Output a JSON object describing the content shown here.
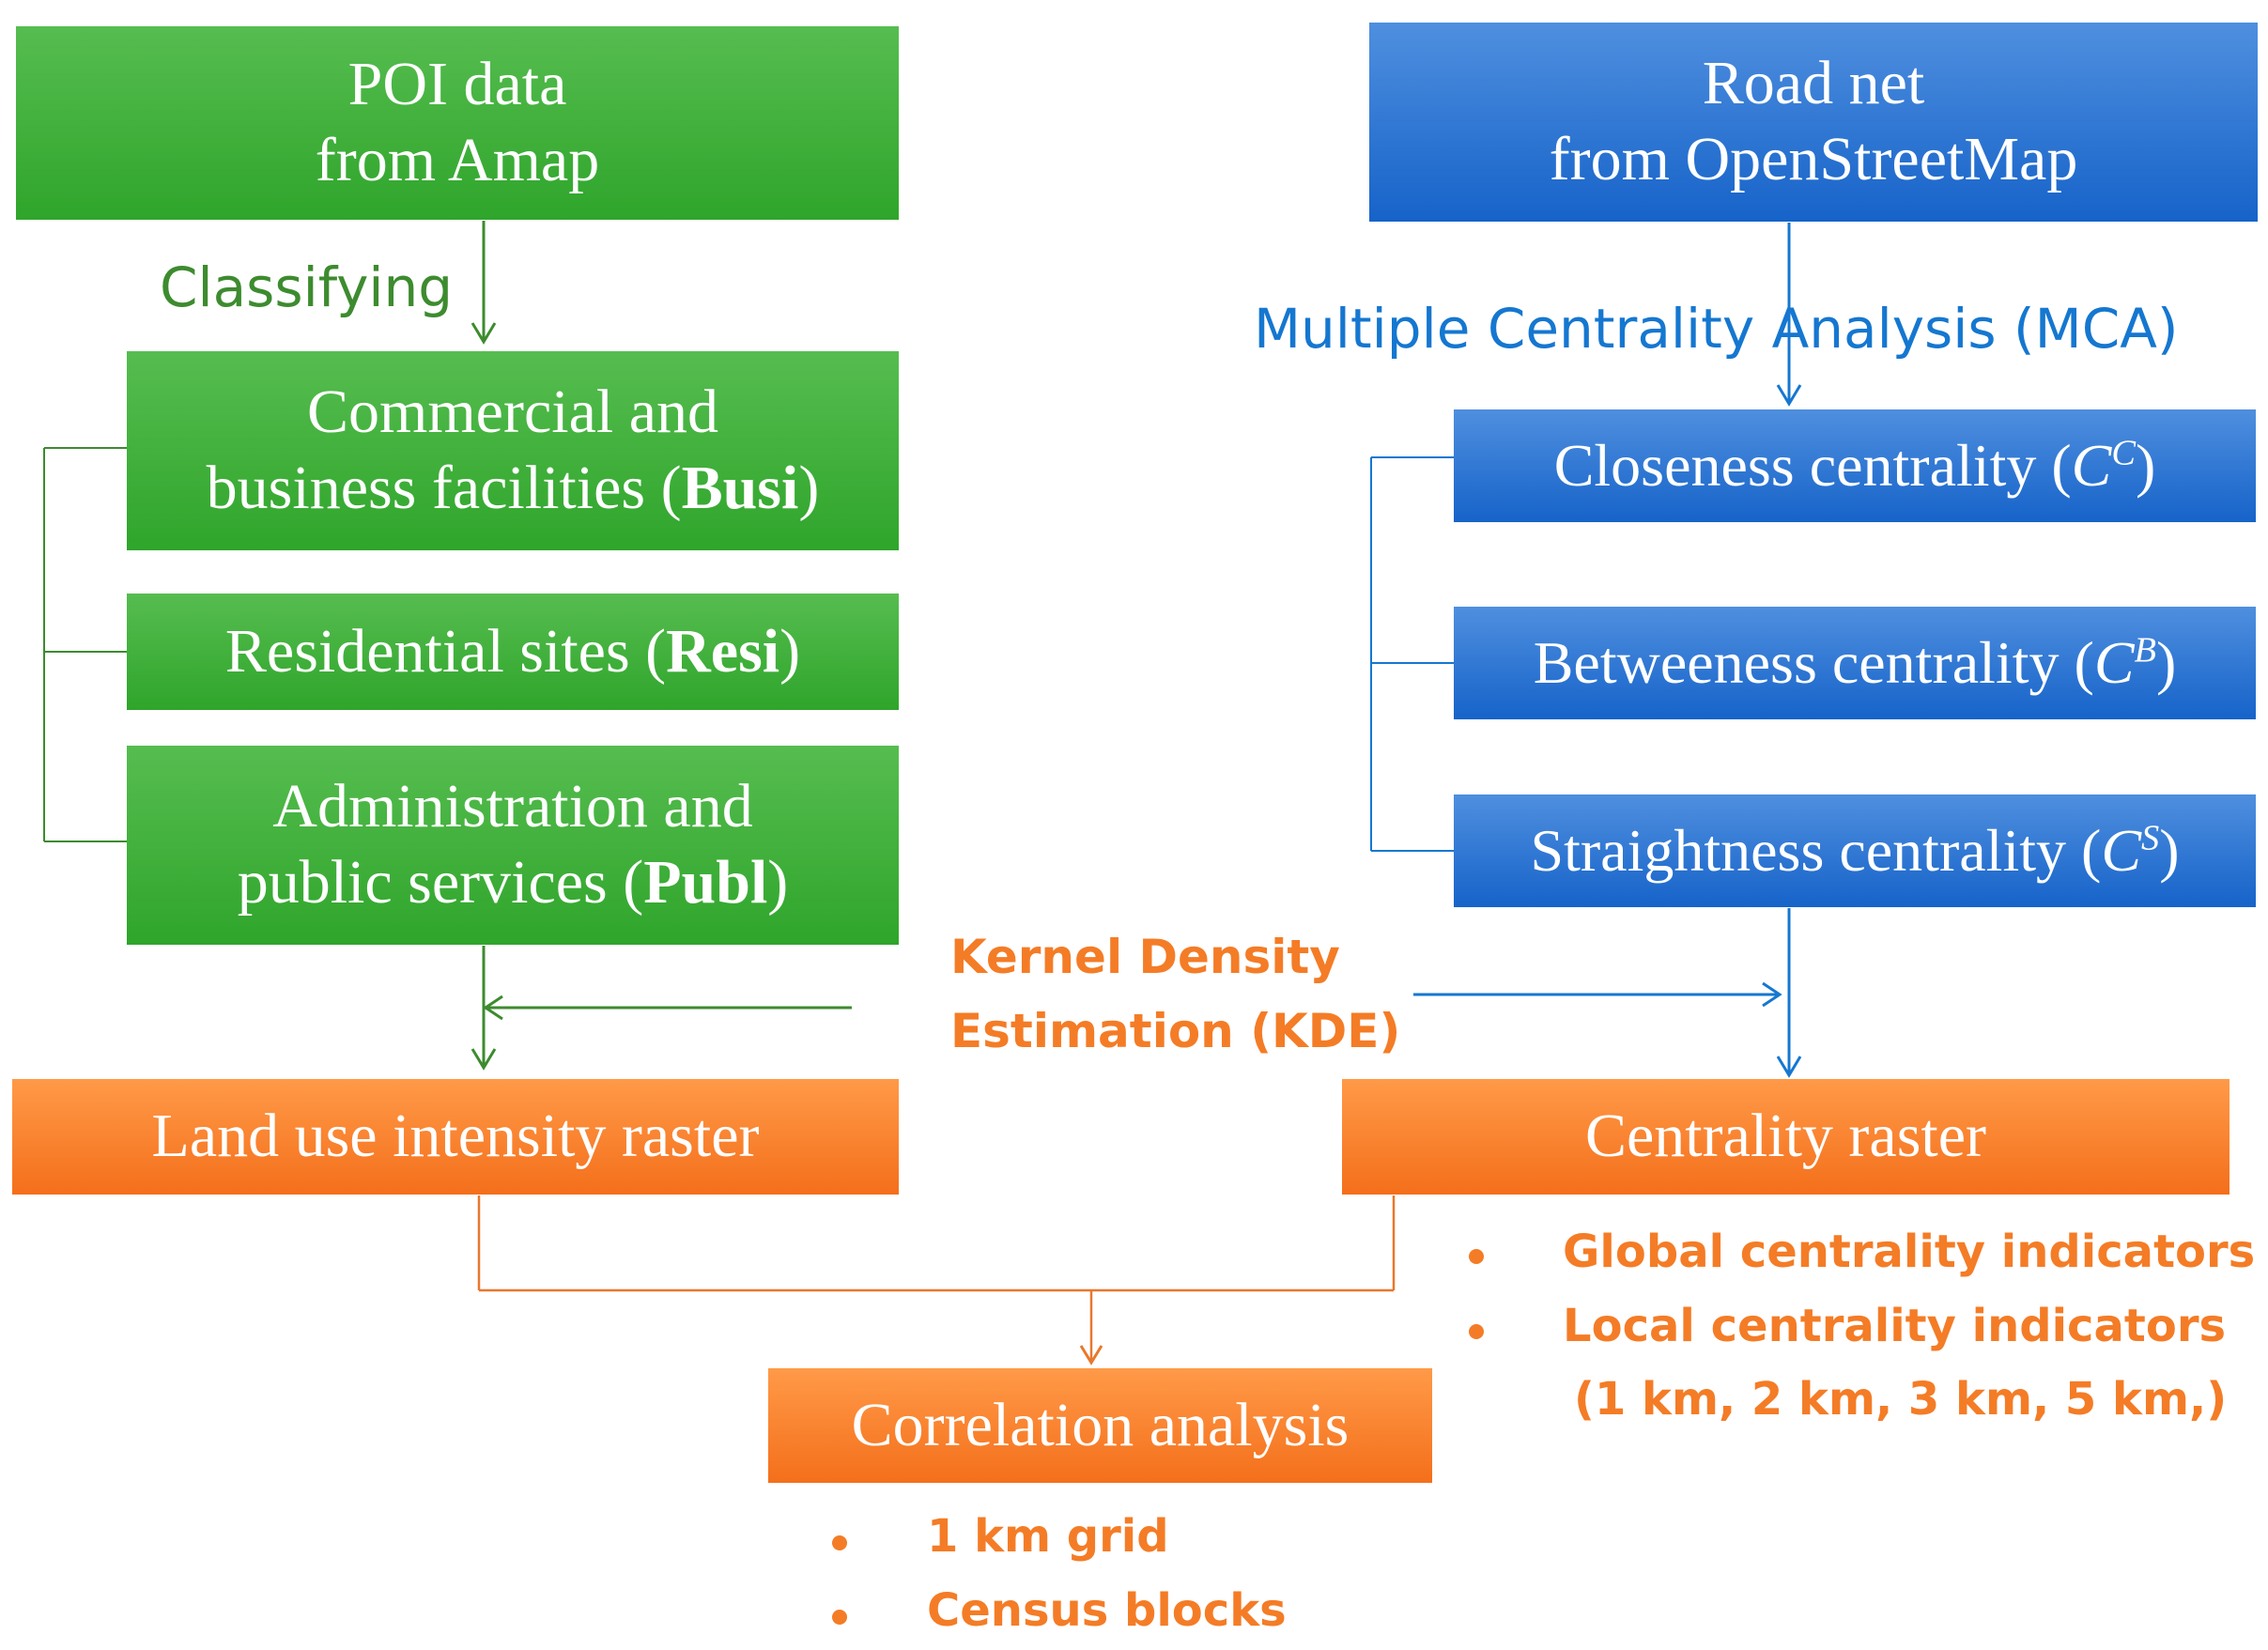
{
  "left": {
    "poi_line1": "POI data",
    "poi_line2": "from Amap",
    "classifying": "Classifying",
    "busi_line1": "Commercial and",
    "busi_line2": "business facilities (",
    "busi_abbr": "Busi",
    "busi_close": ")",
    "resi_text": "Residential sites (",
    "resi_abbr": "Resi",
    "resi_close": ")",
    "publ_line1": "Administration and",
    "publ_line2": "public services (",
    "publ_abbr": "Publ",
    "publ_close": ")",
    "land_use": "Land use intensity raster"
  },
  "right": {
    "road_line1": "Road net",
    "road_line2": "from OpenStreetMap",
    "mca": "Multiple Centrality Analysis (MCA)",
    "closeness_text": "Closeness centrality (",
    "closeness_sym": "C",
    "closeness_sup": "C",
    "closeness_close": ")",
    "betweeness_text": "Betweeness centrality (",
    "betweeness_sym": "C",
    "betweeness_sup": "B",
    "betweeness_close": ")",
    "straightness_text": "Straightness centrality (",
    "straightness_sym": "C",
    "straightness_sup": "S",
    "straightness_close": ")",
    "centrality_raster": "Centrality raster",
    "bullets": [
      "Global centrality indicators",
      "Local centrality indicators",
      "(1 km, 2 km, 3 km, 5 km,)"
    ]
  },
  "middle": {
    "kde_line1": "Kernel Density",
    "kde_line2": "Estimation (KDE)",
    "correlation": "Correlation analysis",
    "bullets": [
      "1 km grid",
      "Census blocks"
    ]
  },
  "colors": {
    "green": "#3aaa35",
    "green_text": "#3d8b2f",
    "blue": "#1e6fd1",
    "blue_text": "#1577d0",
    "orange": "#f47c26"
  }
}
